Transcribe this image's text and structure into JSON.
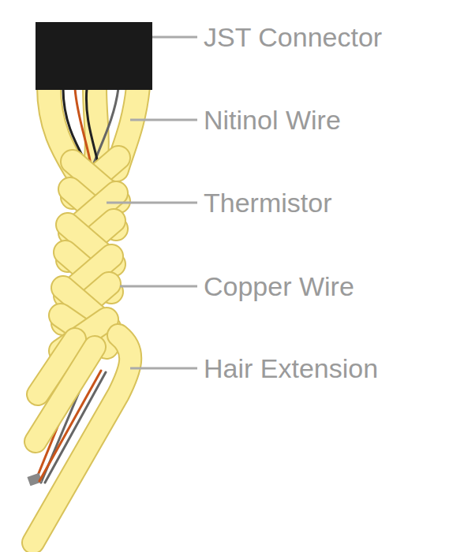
{
  "diagram": {
    "labels": [
      "JST Connector",
      "Nitinol Wire",
      "Thermistor",
      "Copper Wire",
      "Hair Extension"
    ]
  }
}
